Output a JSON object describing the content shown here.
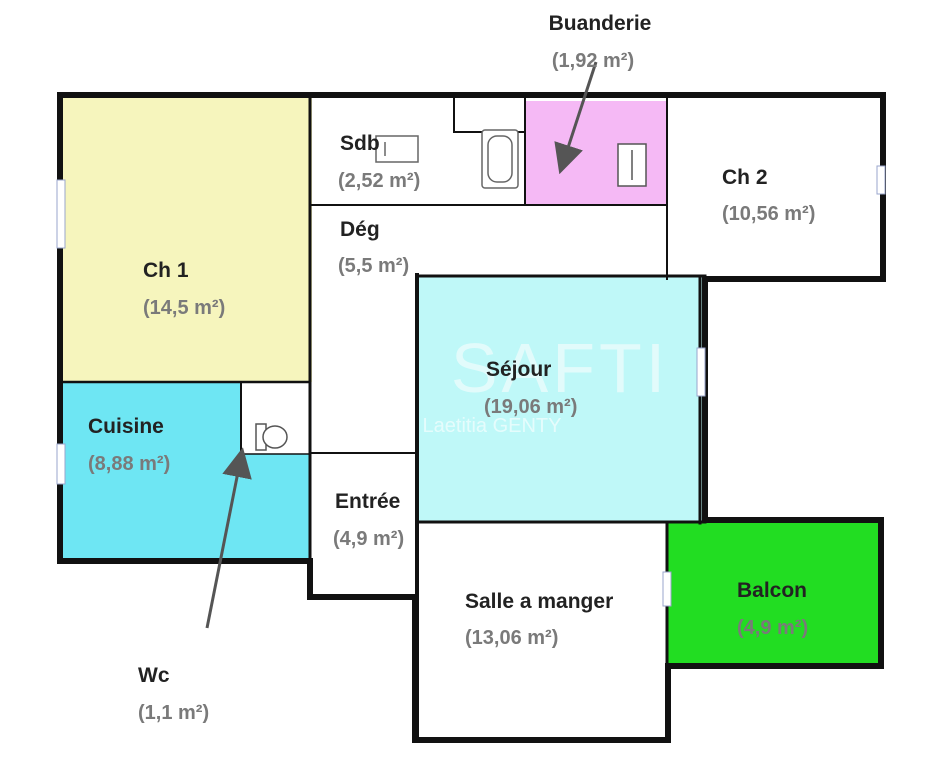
{
  "rooms": {
    "buanderie": {
      "name": "Buanderie",
      "area": "(1,92 m²)",
      "color": "#f5b9f5"
    },
    "sdb": {
      "name": "Sdb",
      "area": "(2,52 m²)"
    },
    "ch2": {
      "name": "Ch 2",
      "area": "(10,56 m²)"
    },
    "deg": {
      "name": "Dég",
      "area": "(5,5 m²)"
    },
    "ch1": {
      "name": "Ch 1",
      "area": "(14,5 m²)",
      "color": "#f6f5bd"
    },
    "sejour": {
      "name": "Séjour",
      "area": "(19,06 m²)",
      "color": "#bff8f8"
    },
    "cuisine": {
      "name": "Cuisine",
      "area": "(8,88 m²)",
      "color": "#6ee6f3"
    },
    "entree": {
      "name": "Entrée",
      "area": "(4,9 m²)"
    },
    "salle": {
      "name": "Salle a manger",
      "area": "(13,06 m²)"
    },
    "balcon": {
      "name": "Balcon",
      "area": "(4,9 m²)",
      "color": "#22dd22"
    },
    "wc": {
      "name": "Wc",
      "area": "(1,1 m²)"
    }
  },
  "watermark": {
    "brand": "SAFTI",
    "agent": "Laetitia GENTY"
  },
  "icons": [
    "washing-machine-icon",
    "bathtub-icon",
    "toilet-icon",
    "sink-icon"
  ],
  "colors": {
    "wall": "#111111",
    "arrow": "#555555",
    "label_area": "#7a7a7a"
  }
}
